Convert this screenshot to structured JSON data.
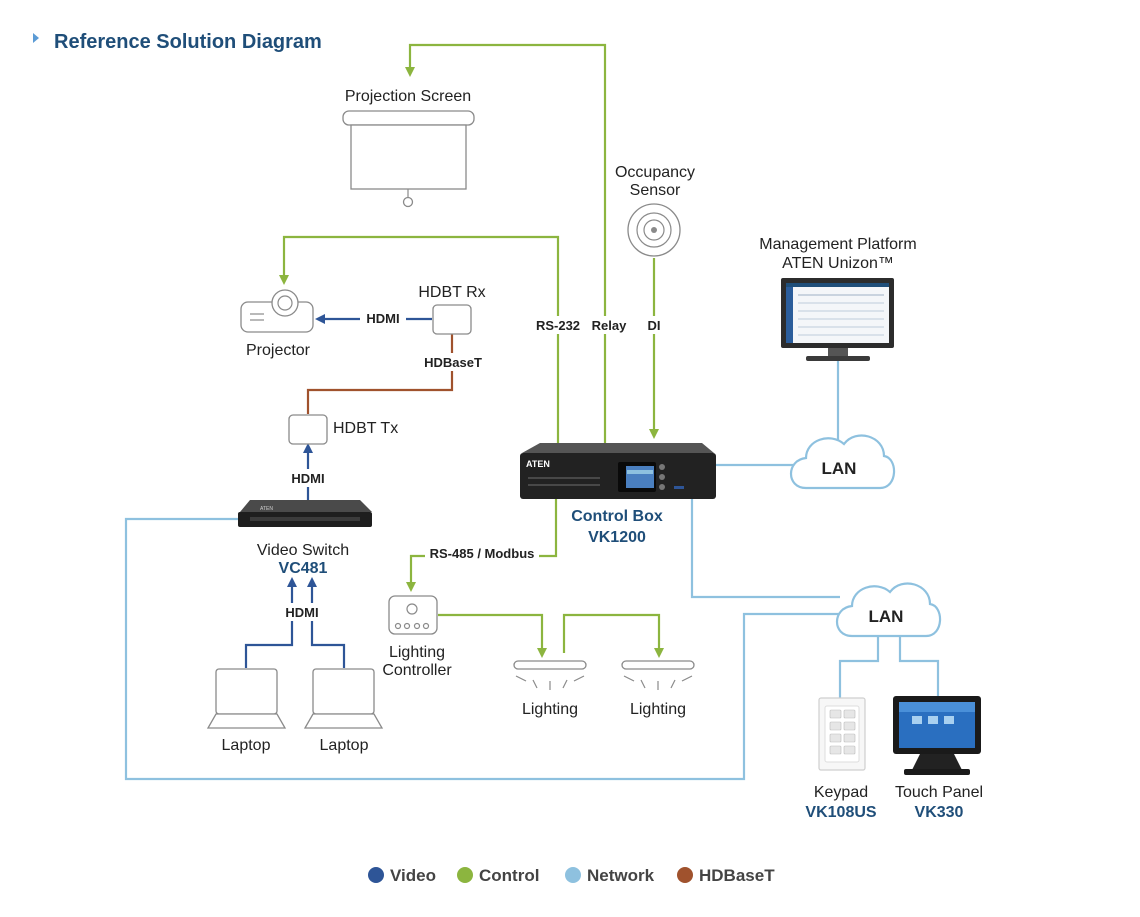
{
  "title": "Reference Solution Diagram",
  "colors": {
    "video": "#2e5597",
    "control": "#8cb53f",
    "network": "#8ec1df",
    "hdbaset": "#a0522d",
    "title": "#1f4e79"
  },
  "devices": {
    "projection_screen": "Projection Screen",
    "occupancy_sensor_line1": "Occupancy",
    "occupancy_sensor_line2": "Sensor",
    "mgmt_line1": "Management Platform",
    "mgmt_line2": "ATEN Unizon™",
    "hdbt_rx": "HDBT Rx",
    "projector": "Projector",
    "hdbt_tx": "HDBT Tx",
    "video_switch": "Video Switch",
    "video_switch_model": "VC481",
    "control_box": "Control Box",
    "control_box_model": "VK1200",
    "lighting_controller_line1": "Lighting",
    "lighting_controller_line2": "Controller",
    "lighting": "Lighting",
    "laptop": "Laptop",
    "keypad": "Keypad",
    "keypad_model": "VK108US",
    "touch_panel": "Touch Panel",
    "touch_panel_model": "VK330",
    "lan": "LAN",
    "brand": "ATEN"
  },
  "connections": {
    "hdmi": "HDMI",
    "hdbaset": "HDBaseT",
    "rs232": "RS-232",
    "relay": "Relay",
    "di": "DI",
    "rs485": "RS-485 / Modbus"
  },
  "legend": [
    {
      "label": "Video",
      "color": "#2e5597"
    },
    {
      "label": "Control",
      "color": "#8cb53f"
    },
    {
      "label": "Network",
      "color": "#8ec1df"
    },
    {
      "label": "HDBaseT",
      "color": "#a0522d"
    }
  ]
}
